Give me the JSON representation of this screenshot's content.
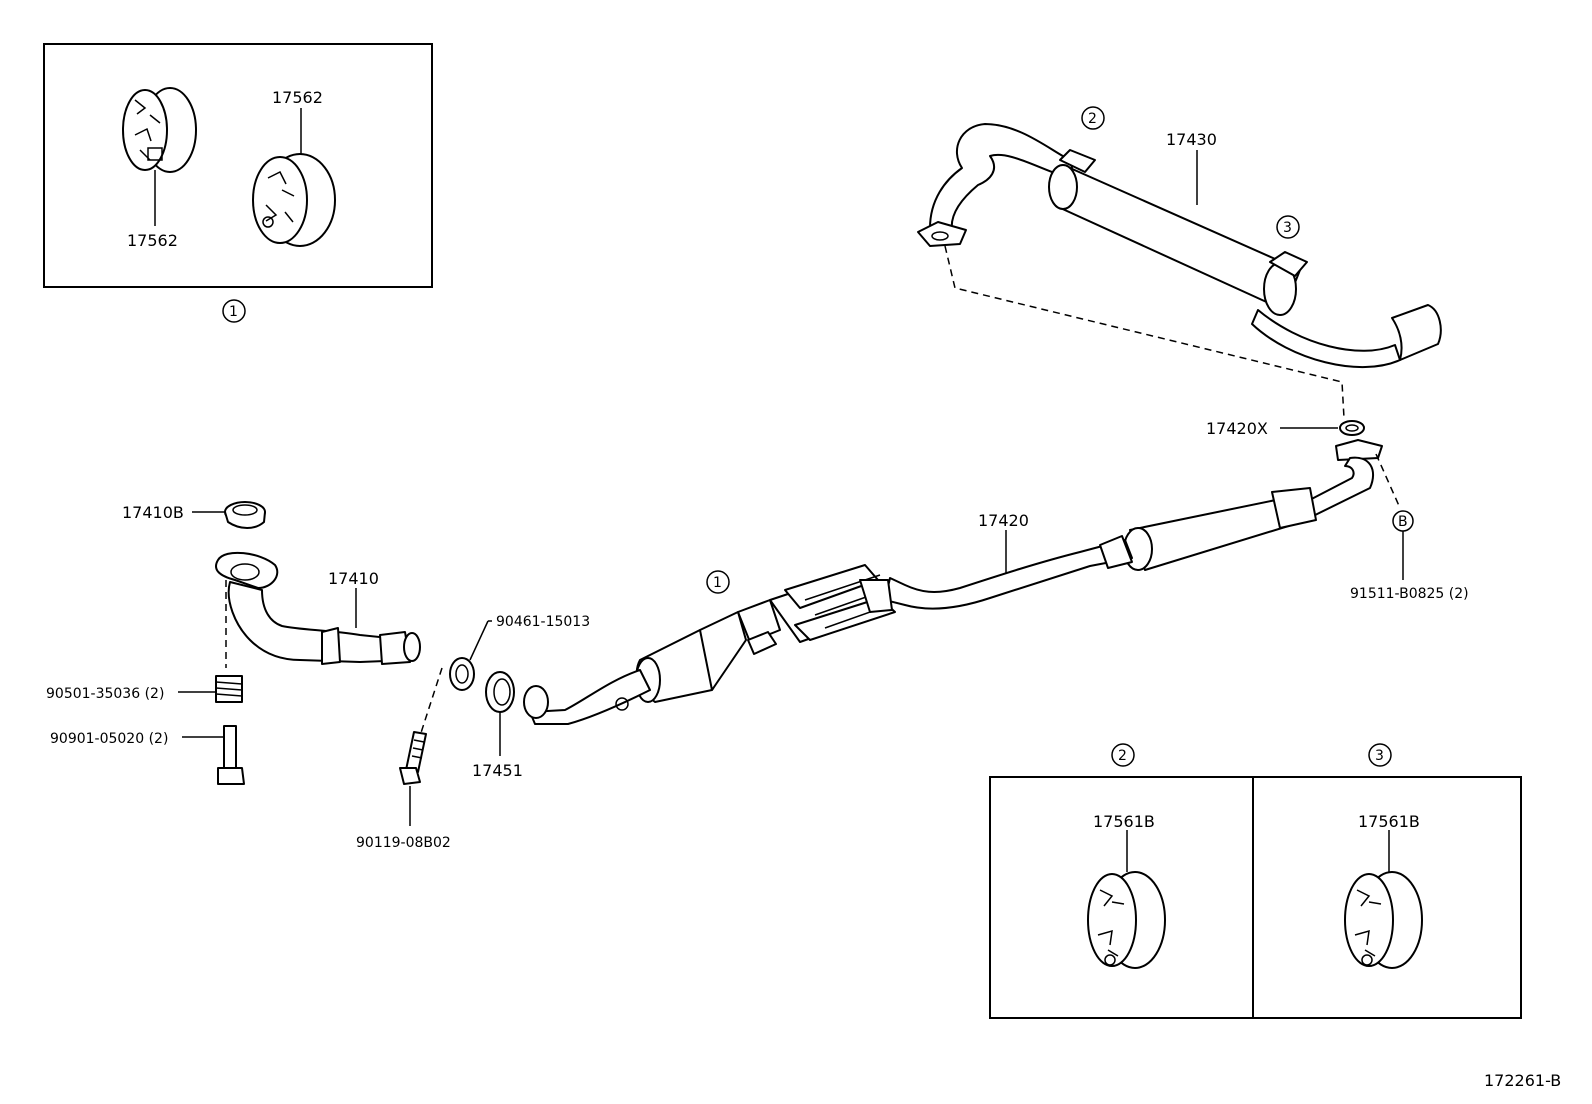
{
  "callouts": {
    "c1": "1",
    "c2": "2",
    "c3": "3",
    "cB": "B"
  },
  "parts": {
    "p17562_a": "17562",
    "p17562_b": "17562",
    "p17430": "17430",
    "p17420X": "17420X",
    "p17410B": "17410B",
    "p17410": "17410",
    "p17420": "17420",
    "p91511": "91511-B0825 (2)",
    "p90461": "90461-15013",
    "p90501": "90501-35036 (2)",
    "p90901": "90901-05020 (2)",
    "p17451": "17451",
    "p90119": "90119-08B02",
    "p17561B_a": "17561B",
    "p17561B_b": "17561B"
  },
  "diagram_id": "172261-B"
}
